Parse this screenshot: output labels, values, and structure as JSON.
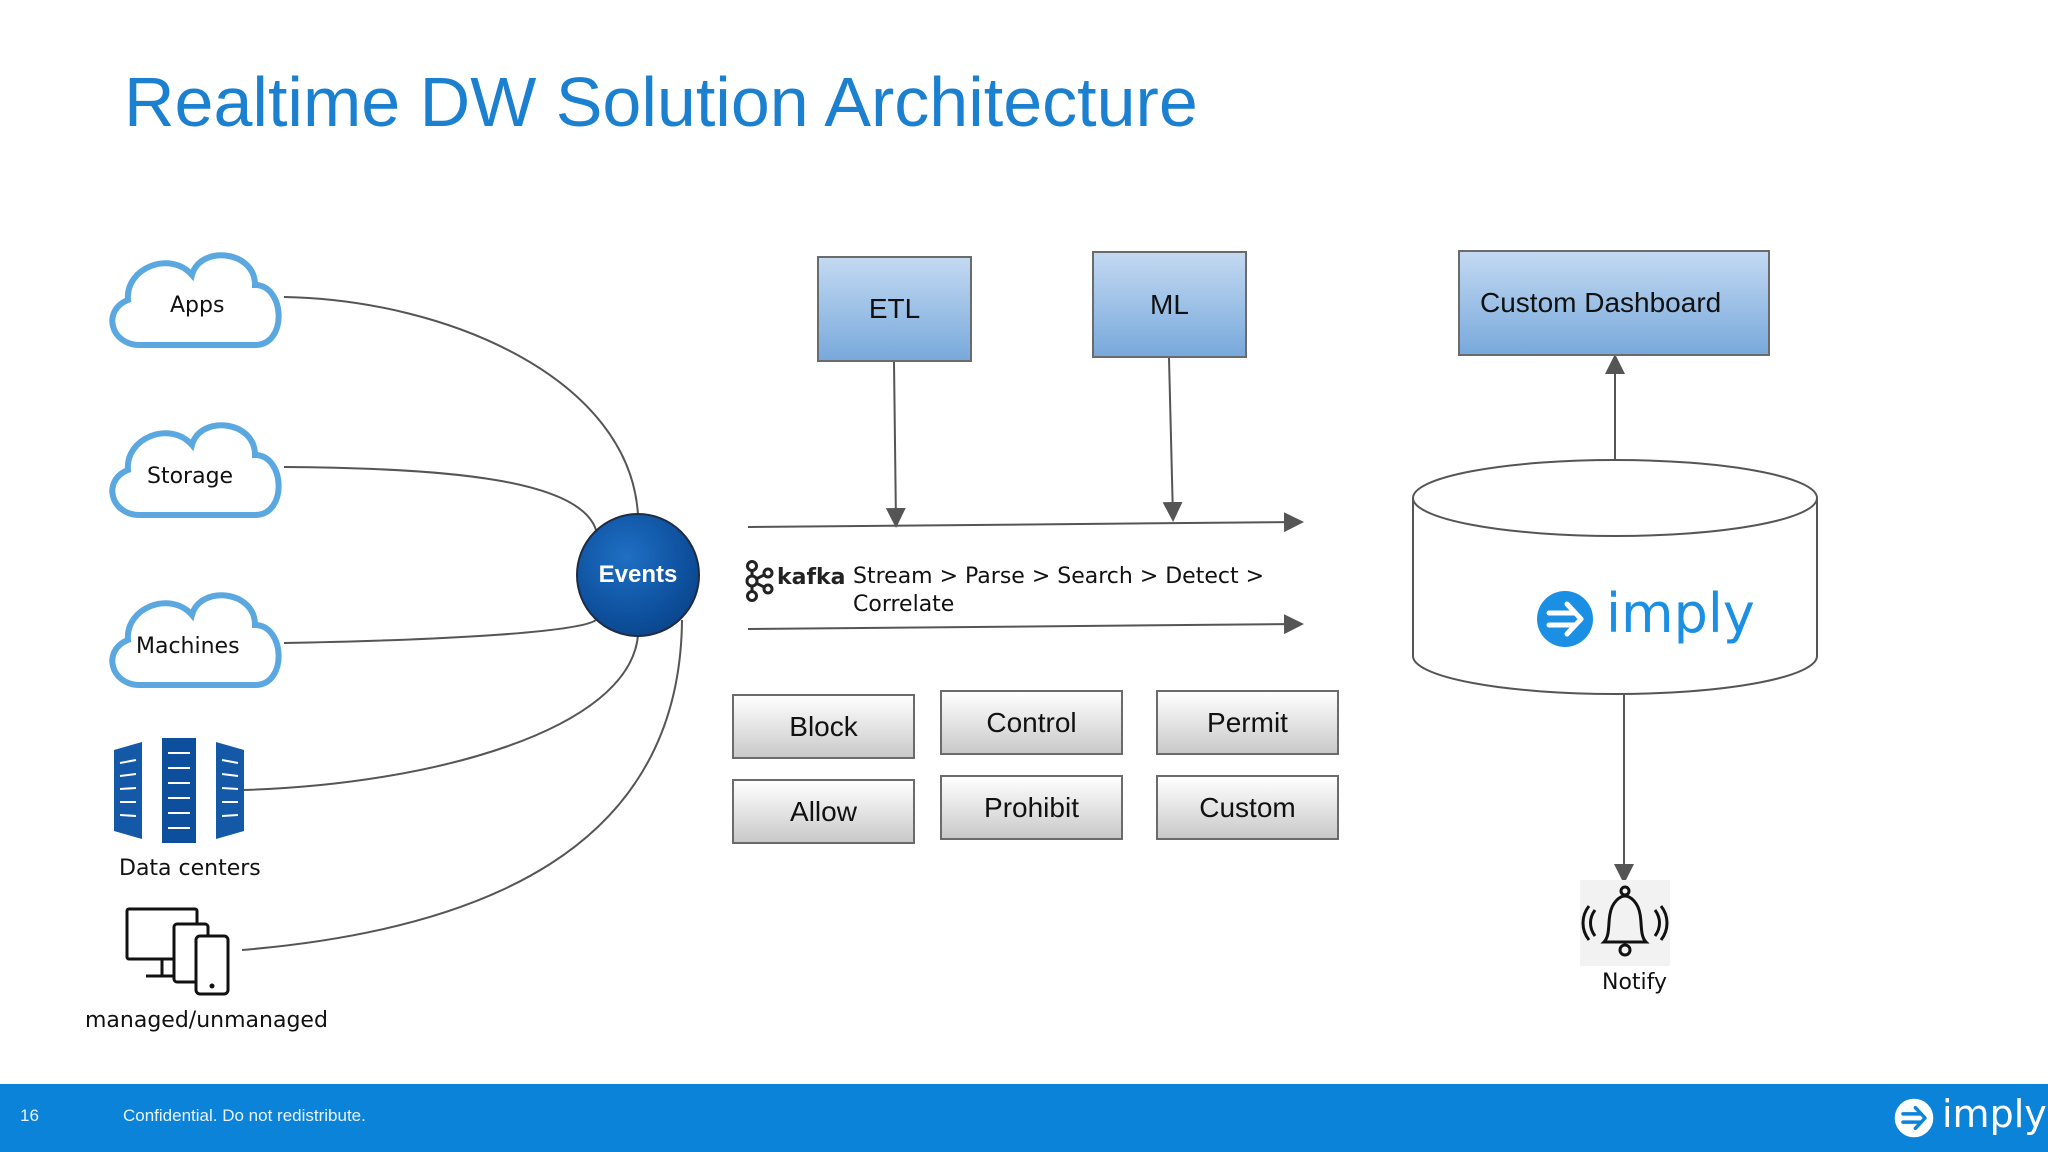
{
  "slide": {
    "title": "Realtime DW Solution Architecture",
    "sources": [
      "Apps",
      "Storage",
      "Machines",
      "Data centers",
      "managed/unmanaged"
    ],
    "events_label": "Events",
    "processors": [
      "ETL",
      "ML"
    ],
    "kafka": {
      "brand": "kafka",
      "pipeline_line1": "Stream > Parse > Search > Detect >",
      "pipeline_line2": "Correlate"
    },
    "actions": [
      "Block",
      "Control",
      "Permit",
      "Allow",
      "Prohibit",
      "Custom"
    ],
    "dashboard_label": "Custom Dashboard",
    "store_brand": "imply",
    "notify_label": "Notify"
  },
  "footer": {
    "page_number": "16",
    "confidential": "Confidential. Do not redistribute.",
    "brand": "imply"
  },
  "colors": {
    "title": "#1a80cf",
    "footer_bg": "#0b83d9",
    "cloud_stroke": "#5aa8df",
    "events_fill": "#0d4f9c"
  }
}
